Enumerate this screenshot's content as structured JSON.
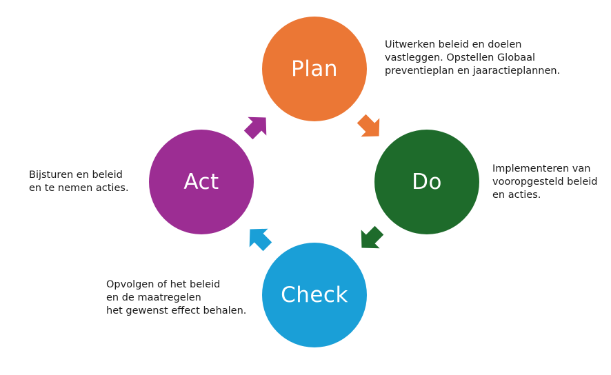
{
  "colors": {
    "plan": "#EB7735",
    "do": "#1E6B2B",
    "check": "#1A9FD7",
    "act": "#9C2D93"
  },
  "cycle": {
    "plan": {
      "label": "Plan"
    },
    "do": {
      "label": "Do"
    },
    "check": {
      "label": "Check"
    },
    "act": {
      "label": "Act"
    }
  },
  "descriptions": {
    "plan": [
      "Uitwerken beleid en doelen",
      "vastleggen. Opstellen Globaal",
      "preventieplan en jaaractieplannen."
    ],
    "do": [
      "Implementeren van",
      "vooropgesteld beleid",
      "en acties."
    ],
    "check": [
      "Opvolgen of het beleid",
      "en de maatregelen",
      "het gewenst effect behalen."
    ],
    "act": [
      "Bijsturen en beleid",
      "en te nemen acties."
    ]
  }
}
